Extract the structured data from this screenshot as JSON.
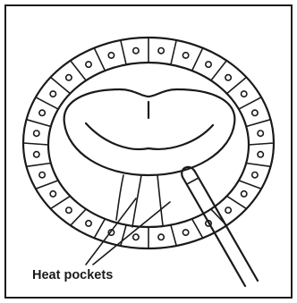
{
  "figure": {
    "callout_label": "Heat pockets",
    "ink_color": "#1a1a1a",
    "background_color": "#ffffff",
    "icons": [
      "tooth-arch",
      "tongue",
      "thermometer-probe"
    ]
  }
}
